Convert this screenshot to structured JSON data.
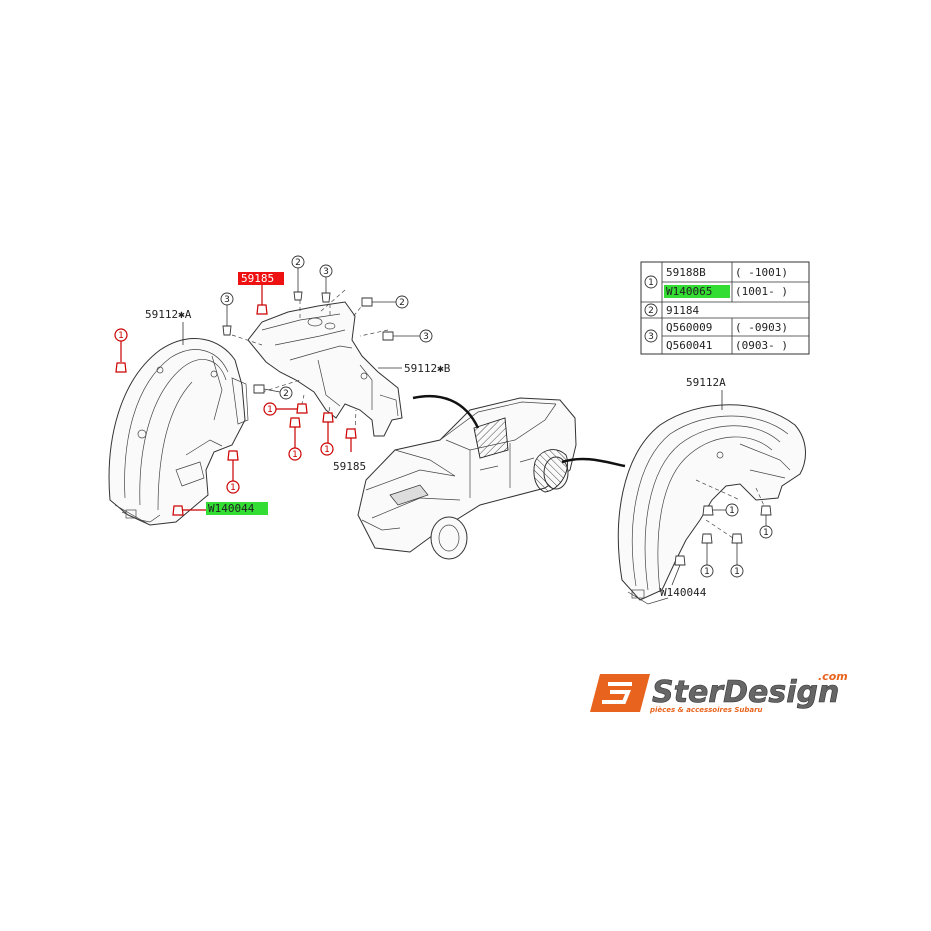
{
  "labels": {
    "left_fender": "59112✱A",
    "mid_fender": "59112✱B",
    "right_fender": "59112A",
    "highlight_red": "59185",
    "highlight_green_left": "W140044",
    "clip_59185": "59185",
    "right_w": "W140044"
  },
  "callouts": {
    "one": "1",
    "two": "2",
    "three": "3"
  },
  "table": {
    "rows": [
      {
        "ref": "1",
        "part": "59188B",
        "range": "(     -1001)"
      },
      {
        "ref": "",
        "part": "W140065",
        "range": "(1001-     )"
      },
      {
        "ref": "2",
        "part": "91184",
        "range": ""
      },
      {
        "ref": "3",
        "part": "Q560009",
        "range": "(     -0903)"
      },
      {
        "ref": "",
        "part": "Q560041",
        "range": "(0903-     )"
      }
    ]
  },
  "logo": {
    "brand": "SterDesign",
    "domain": ".com",
    "tagline": "pièces & accessoires Subaru"
  },
  "colors": {
    "highlight_red": "#ee1111",
    "highlight_green": "#33dd33",
    "logo_orange": "#e8641e",
    "lead_red": "#cc0000"
  }
}
